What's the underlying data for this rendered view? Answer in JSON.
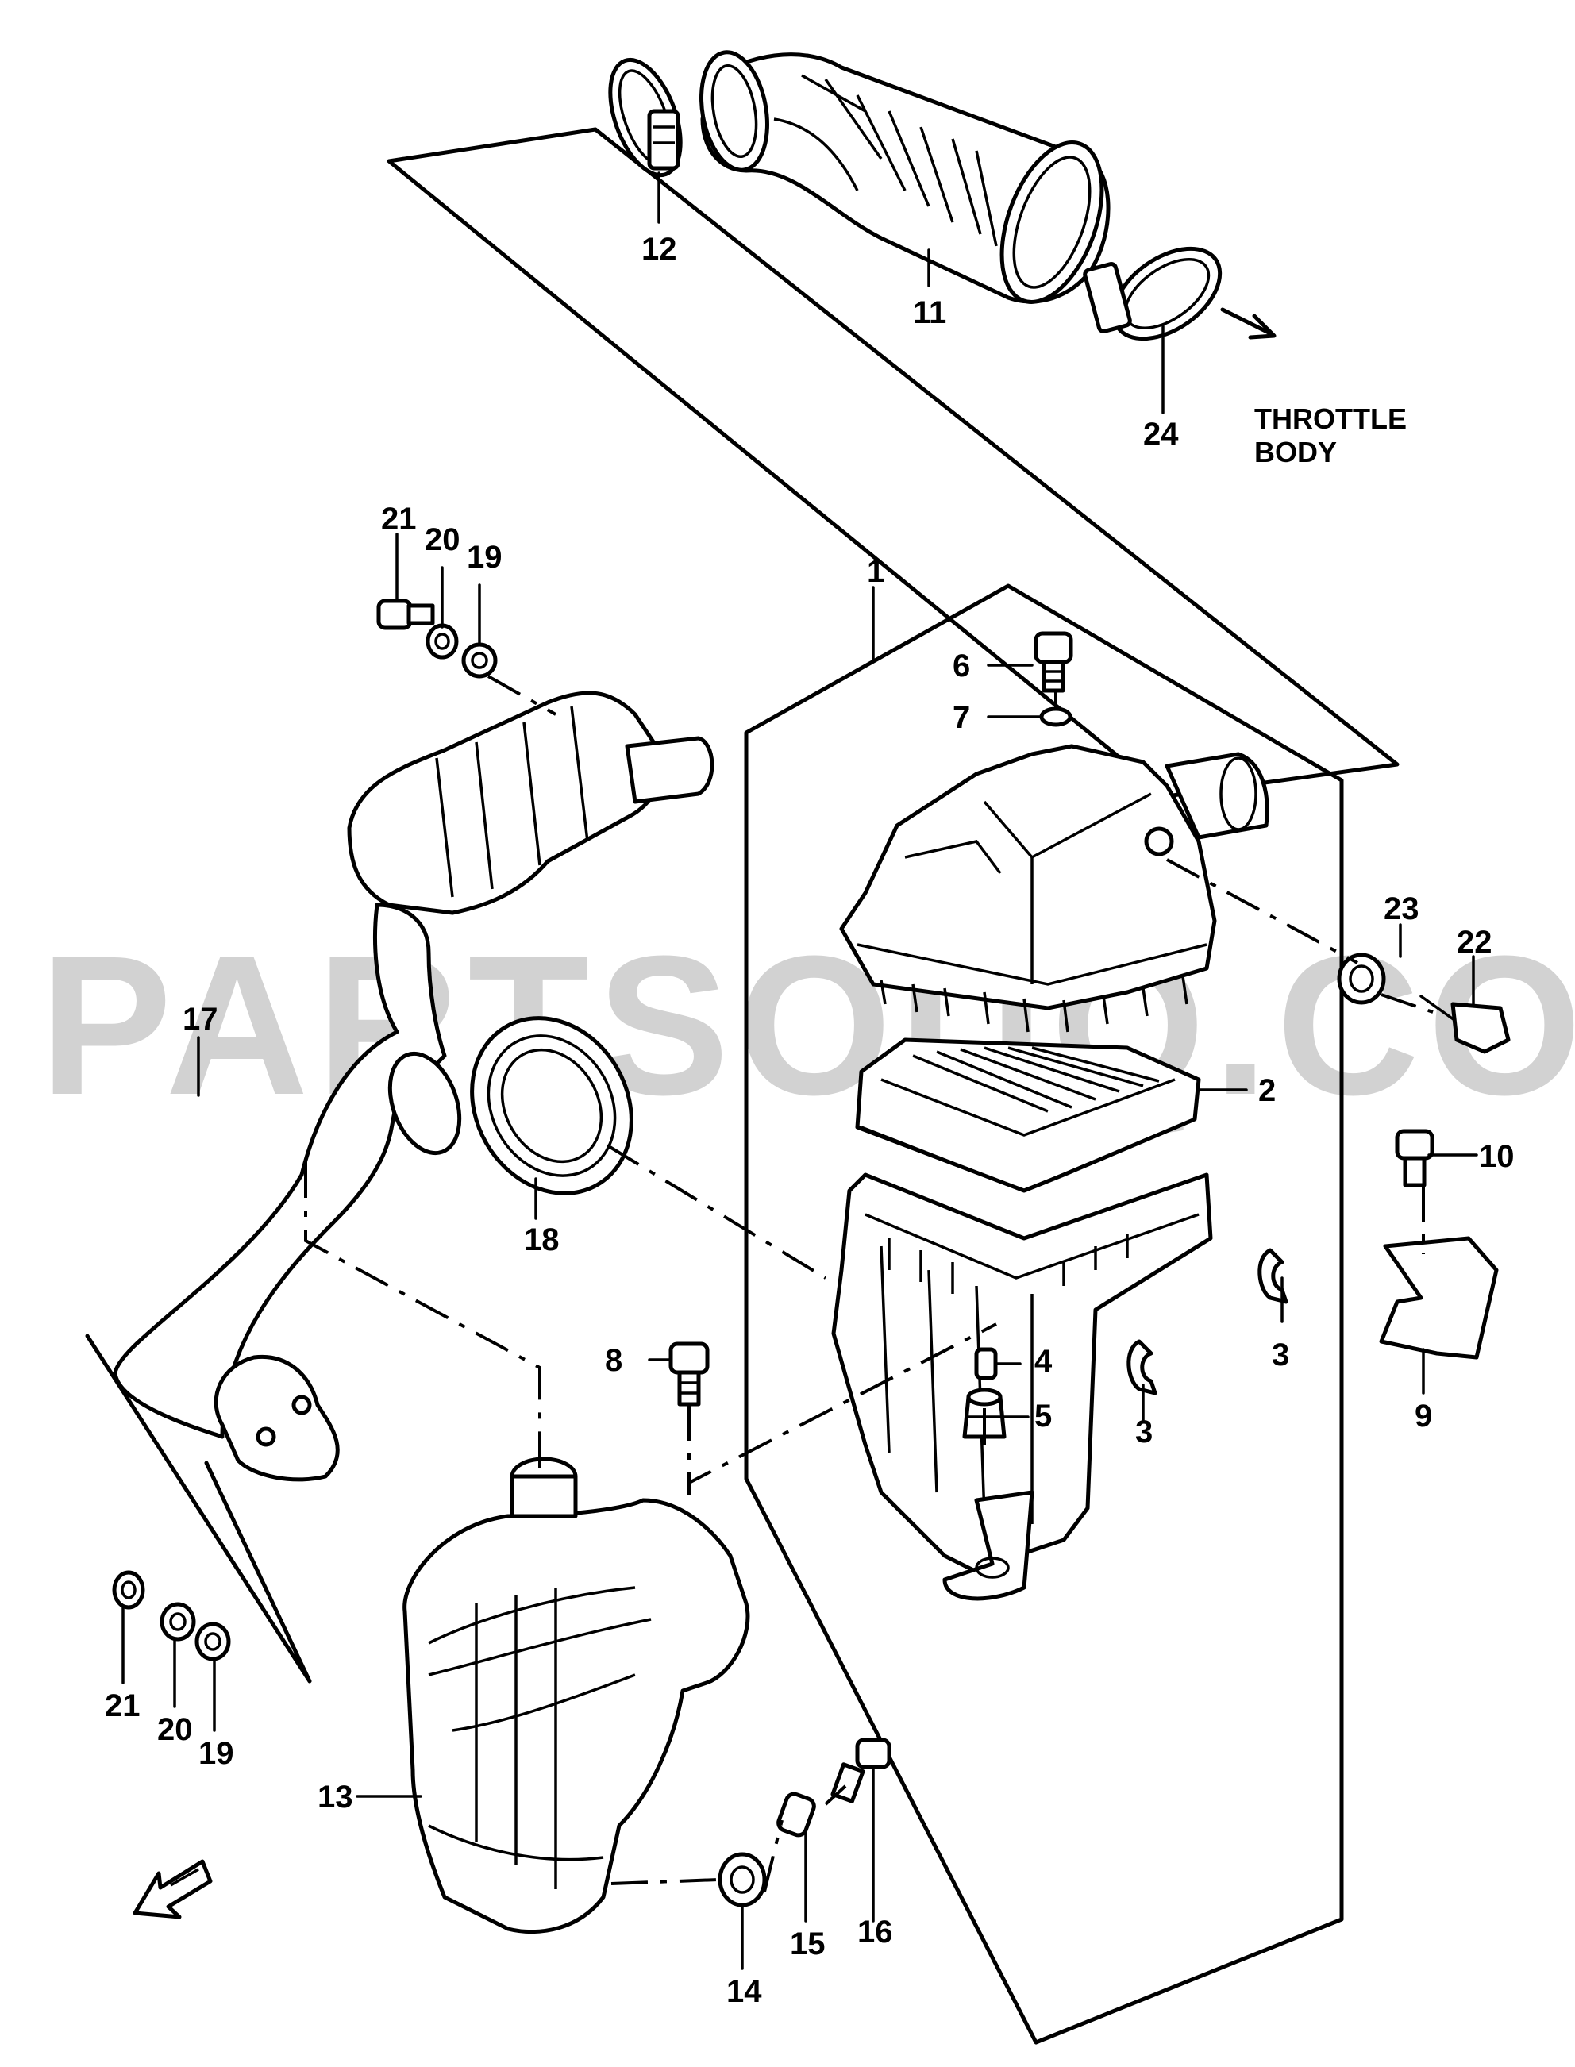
{
  "watermark": "PARTSOUQ.COM",
  "note": {
    "line1": "THROTTLE",
    "line2": "BODY"
  },
  "callouts": {
    "c1": "1",
    "c2": "2",
    "c3a": "3",
    "c3b": "3",
    "c4": "4",
    "c5": "5",
    "c6": "6",
    "c7": "7",
    "c8": "8",
    "c9": "9",
    "c10": "10",
    "c11": "11",
    "c12": "12",
    "c13": "13",
    "c14": "14",
    "c15": "15",
    "c16": "16",
    "c17": "17",
    "c18": "18",
    "c19a": "19",
    "c19b": "19",
    "c20a": "20",
    "c20b": "20",
    "c21a": "21",
    "c21b": "21",
    "c22": "22",
    "c23": "23",
    "c24": "24"
  },
  "colors": {
    "line": "#000000",
    "watermark": "#c8c8c8",
    "background": "#ffffff"
  },
  "icons": {
    "front_arrow": "front-arrow-icon"
  }
}
